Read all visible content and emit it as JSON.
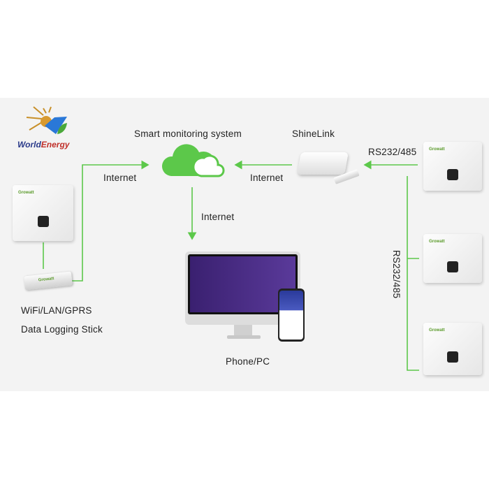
{
  "logo": {
    "text": "WorldEnergy"
  },
  "labels": {
    "smart_monitoring": "Smart monitoring system",
    "shinelink": "ShineLink",
    "internet_left": "Internet",
    "internet_right": "Internet",
    "internet_down": "Internet",
    "rs_horizontal": "RS232/485",
    "rs_vertical": "RS232/485",
    "wifi": "WiFi/LAN/GPRS",
    "stick": "Data Logging Stick",
    "phone_pc": "Phone/PC"
  },
  "device_brand": "Growatt",
  "colors": {
    "accent": "#5cc84a",
    "band": "#f3f3f3",
    "screen": "#4a2a7a"
  }
}
